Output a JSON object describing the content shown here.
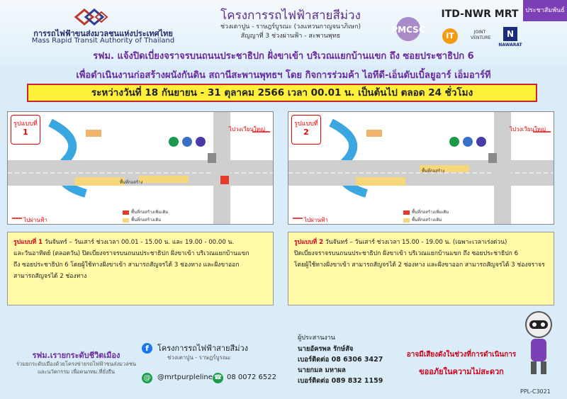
{
  "header": {
    "mrta_name_th": "การรถไฟฟ้าขนส่งมวลชนแห่งประเทศไทย",
    "mrta_name_en": "Mass Rapid Transit Authority of Thailand",
    "project_title": "โครงการรถไฟฟ้าสายสีม่วง",
    "project_sub1": "ช่วงเตาปูน - ราษฎร์บูรณะ (วงแหวนกาญจนาภิเษก)",
    "project_sub2": "สัญญาที่ 3 ช่วงผ่านฟ้า - สะพานพุทธ",
    "contractor_logo": "PMCSC",
    "jv_title": "ITD-NWR MRT",
    "jv_itd_mark": "IT",
    "jv_label": "JOINT VENTURE",
    "jv_nwr_mark": "N",
    "jv_nwr_name": "NAWARAT",
    "ribbon": "ประชาสัมพันธ์"
  },
  "headline": {
    "line1": "รฟม. แจ้งปิดเบี่ยงจราจรบนถนนประชาธิปก ฝั่งขาเข้า บริเวณแยกบ้านแขก ถึง ซอยประชาธิปก 6",
    "line2": "เพื่อดำเนินงานก่อสร้างผนังกันดิน สถานีสะพานพุทธฯ โดย กิจการร่วมค้า ไอทีดี-เอ็นดับเบิ้ลยูอาร์ เอ็มอาร์ที",
    "period": "ระหว่างวันที่ 18 กันยายน - 31 ตุลาคม 2566 เวลา 00.01 น. เป็นต้นไป ตลอด 24 ชั่วโมง"
  },
  "map1": {
    "badge_label": "รูปแบบที่",
    "badge_num": "1",
    "to_left": "ไปวงเวียนใหญ่",
    "to_bottom": "ไปผ่านฟ้า",
    "legend_red": "พื้นที่ก่อสร้างเพิ่มเติม",
    "legend_yellow": "พื้นที่ก่อสร้างเดิม",
    "area_label": "พื้นที่ก่อสร้าง",
    "colors": {
      "red": "#e53b2c",
      "yellow": "#f6d77a",
      "road": "#c9c9c9"
    }
  },
  "map2": {
    "badge_label": "รูปแบบที่",
    "badge_num": "2",
    "to_left": "ไปวงเวียนใหญ่",
    "to_bottom": "ไปผ่านฟ้า",
    "legend_red": "พื้นที่ก่อสร้างเพิ่มเติม",
    "legend_yellow": "พื้นที่ก่อสร้างเดิม",
    "area_label": "พื้นที่ก่อสร้าง"
  },
  "desc1": {
    "tag": "รูปแบบที่ 1",
    "line1": "วันจันทร์ – วันเสาร์ ช่วงเวลา 00.01 - 15.00 น. และ 19.00 - 00.00 น.",
    "line2": "และวันอาทิตย์ (ตลอดวัน) ปิดเบี่ยงจราจรบนถนนประชาธิปก ฝั่งขาเข้า บริเวณแยกบ้านแขก",
    "line3": "ถึง ซอยประชาธิปก 6 โดยผู้ใช้ทางฝั่งขาเข้า สามารถสัญจรได้ 3 ช่องทาง และฝั่งขาออก",
    "line4": "สามารถสัญจรได้ 2 ช่องทาง"
  },
  "desc2": {
    "tag": "รูปแบบที่ 2",
    "line1": "วันจันทร์ – วันเสาร์ ช่วงเวลา 15.00 - 19.00 น. (เฉพาะเวลาเร่งด่วน)",
    "line2": "ปิดเบี่ยงจราจรบนถนนประชาธิปก ฝั่งขาเข้า บริเวณแยกบ้านแขก ถึง ซอยประชาธิปก 6",
    "line3": "โดยผู้ใช้ทางฝั่งขาเข้า สามารถสัญจรได้ 2 ช่องทาง และฝั่งขาออก สามารถสัญจรได้ 3 ช่องจราจร"
  },
  "footer": {
    "slogan": "รฟม.เรายกระดับชีวิตเมือง",
    "slogan_sub1": "ร่วมยกระดับเมืองด้วยโครงข่ายรถไฟฟ้าขนส่งมวลชน",
    "slogan_sub2": "และนวัตกรรม เพื่อคนกทม.ที่ยั่งยืน",
    "facebook": "โครงการรถไฟฟ้าสายสีม่วง",
    "facebook_sub": "ช่วงเตาปูน - ราษฎร์บูรณะ",
    "line_id": "@mrtpurpleline",
    "phone": "08 0072 6522",
    "coord_title": "ผู้ประสานงาน",
    "coord1_name": "นายอัครพล รักษ์สัจ",
    "coord1_phone": "เบอร์ติดต่อ 08 6306 3427",
    "coord2_name": "นายกมล มหาผล",
    "coord2_phone": "เบอร์ติดต่อ 089 832 1159",
    "apology1": "อาจมีเสียงดังในช่วงที่การดำเนินการ",
    "apology2": "ขออภัยในความไม่สะดวก",
    "code": "PPL-C3021"
  }
}
